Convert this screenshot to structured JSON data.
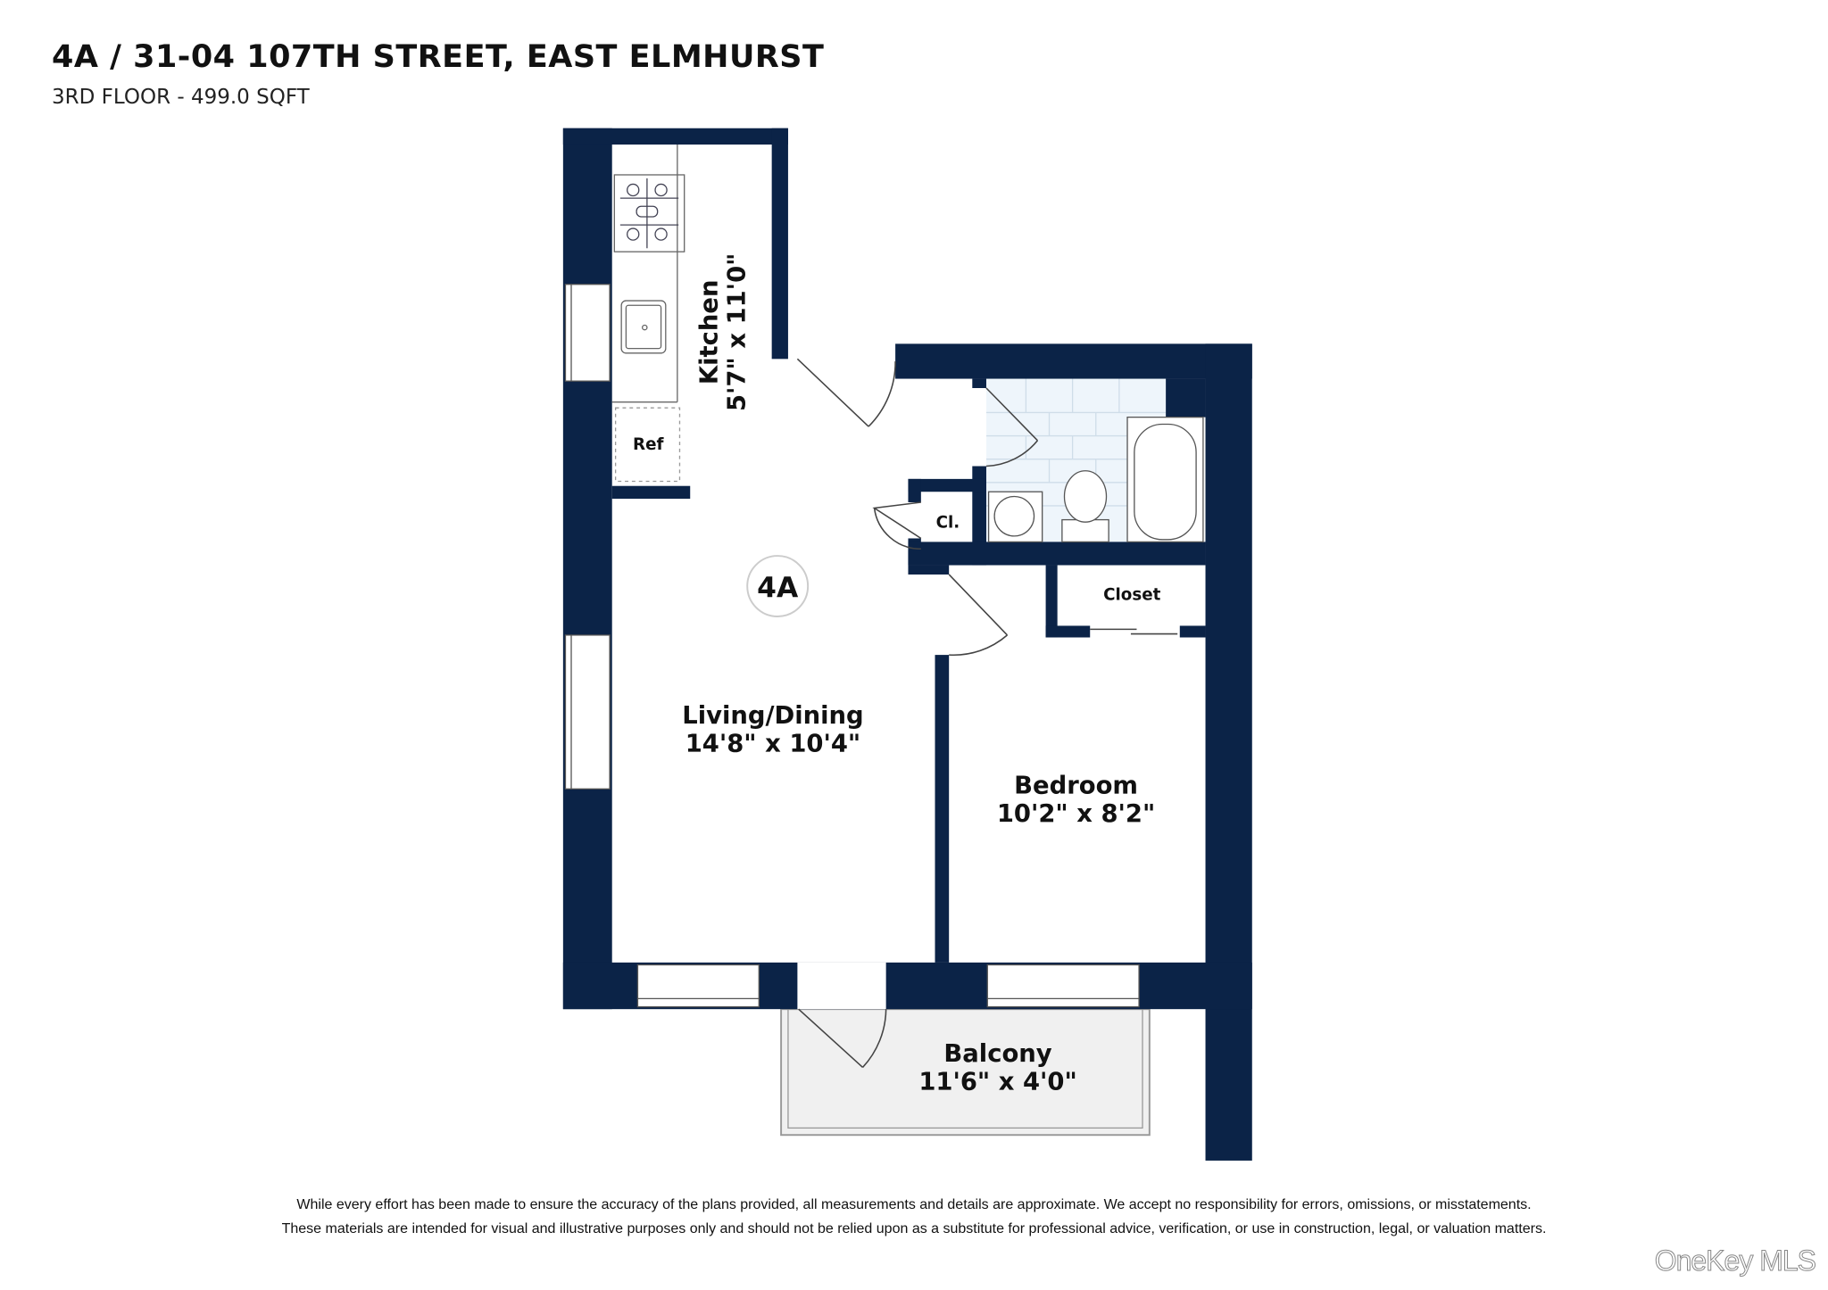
{
  "header": {
    "title": "4A / 31-04 107TH STREET, EAST ELMHURST",
    "subtitle": "3RD FLOOR - 499.0 SQFT"
  },
  "plan": {
    "wall_color": "#0b2347",
    "tile_color": "#eef5fb",
    "balcony_color": "#f0f0f0",
    "unit_badge": "4A",
    "rooms": {
      "kitchen": {
        "name": "Kitchen",
        "dims": "5'7\" x 11'0\""
      },
      "living": {
        "name": "Living/Dining",
        "dims": "14'8\" x 10'4\""
      },
      "bedroom": {
        "name": "Bedroom",
        "dims": "10'2\" x 8'2\""
      },
      "balcony": {
        "name": "Balcony",
        "dims": "11'6\" x 4'0\""
      },
      "closet": {
        "name": "Closet"
      },
      "cl": {
        "name": "Cl."
      },
      "ref": {
        "name": "Ref"
      }
    }
  },
  "footer": {
    "disclaimer_1": "While every effort has been made to ensure the accuracy of the plans provided, all measurements and details are approximate. We accept no responsibility for errors, omissions, or misstatements.",
    "disclaimer_2": "These materials are intended for visual and illustrative purposes only and should not be relied upon as a substitute for professional advice, verification, or use in construction, legal, or valuation matters.",
    "watermark": "OneKey MLS"
  }
}
